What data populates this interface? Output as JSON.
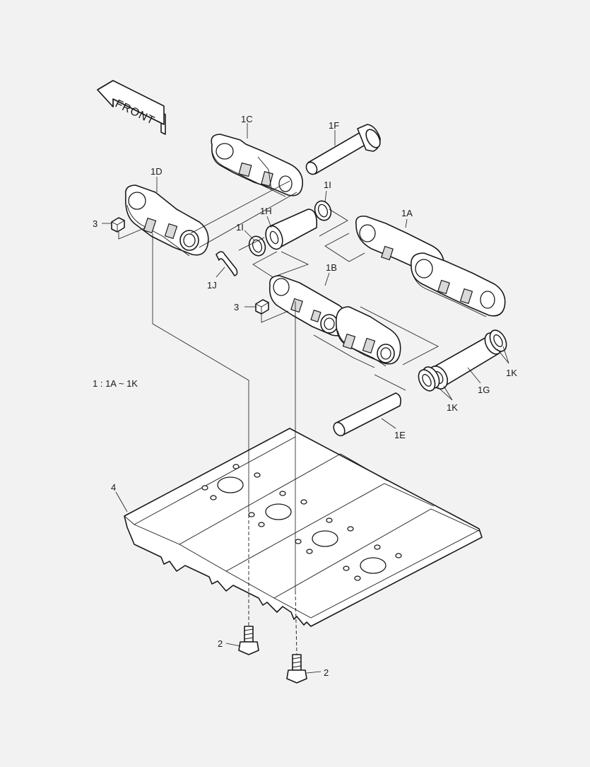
{
  "diagram": {
    "front_label": "FRONT",
    "kit_note": "1 : 1A ~ 1K",
    "callouts": {
      "c1A": "1A",
      "c1B": "1B",
      "c1C": "1C",
      "c1D": "1D",
      "c1E": "1E",
      "c1F": "1F",
      "c1G": "1G",
      "c1H": "1H",
      "c1I_upper": "1I",
      "c1I_lower": "1I",
      "c1J": "1J",
      "c1K_right": "1K",
      "c1K_lower": "1K",
      "c2_left": "2",
      "c2_right": "2",
      "c3_upper": "3",
      "c3_lower": "3",
      "c4": "4"
    }
  }
}
